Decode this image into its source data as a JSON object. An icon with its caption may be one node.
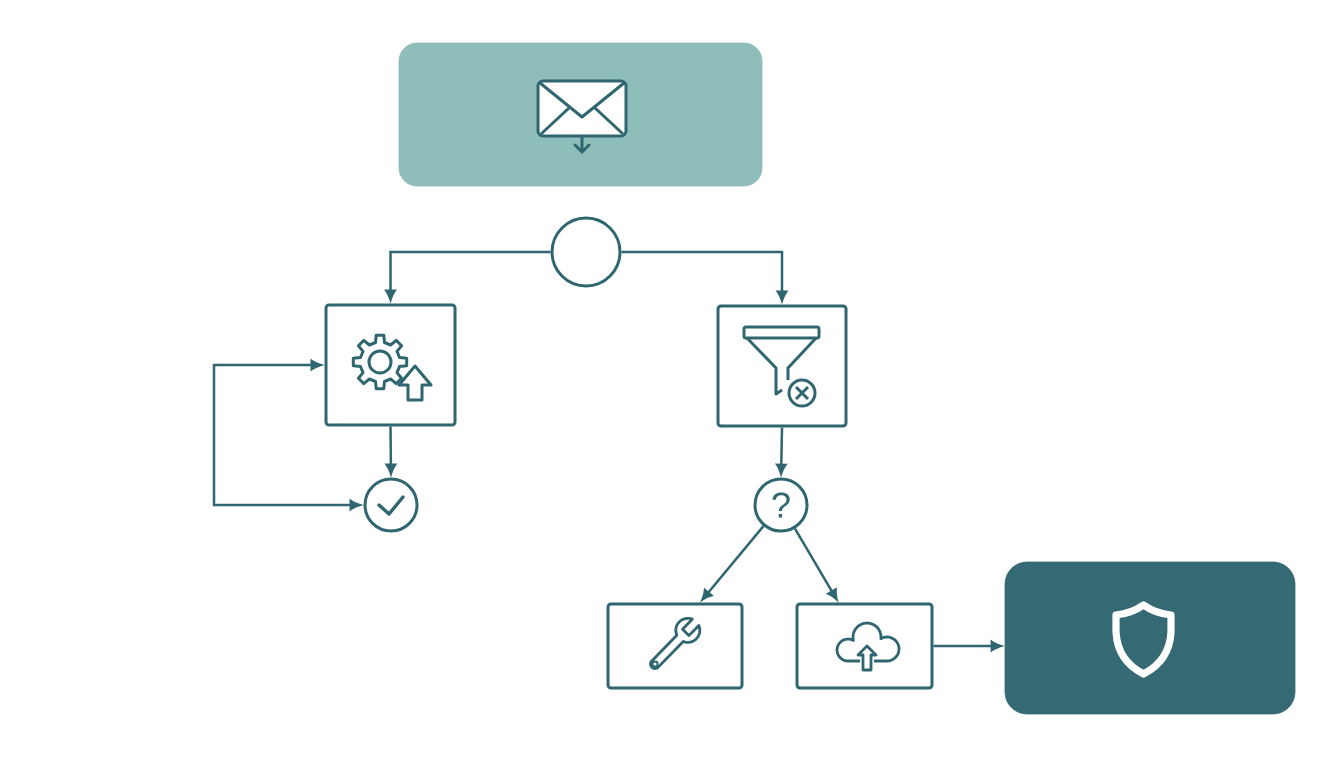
{
  "diagram": {
    "nodes": [
      {
        "text": [],
        "shape": "box"
      },
      {
        "text": [],
        "shape": "circle"
      },
      {
        "text": [],
        "shape": "box"
      },
      {
        "text": [],
        "shape": "circle"
      },
      {
        "text": [],
        "shape": "box"
      },
      {
        "text": [
          "?"
        ]
      },
      {
        "text": [],
        "shape": "box"
      },
      {
        "text": [],
        "shape": "box"
      },
      {
        "text": [],
        "shape": "box"
      }
    ],
    "edges": [
      {
        "from": 1,
        "to": 2,
        "arrow": "to"
      },
      {
        "from": 1,
        "to": 4,
        "arrow": "to"
      },
      {
        "from": 2,
        "to": 3,
        "arrow": "to"
      },
      {
        "from": 3,
        "to": 2,
        "arrow": "both"
      },
      {
        "from": 4,
        "to": 5,
        "arrow": "to"
      },
      {
        "from": 5,
        "to": 6,
        "arrow": "to"
      },
      {
        "from": 5,
        "to": 7,
        "arrow": "to"
      },
      {
        "from": 7,
        "to": 8,
        "arrow": "to"
      }
    ]
  }
}
